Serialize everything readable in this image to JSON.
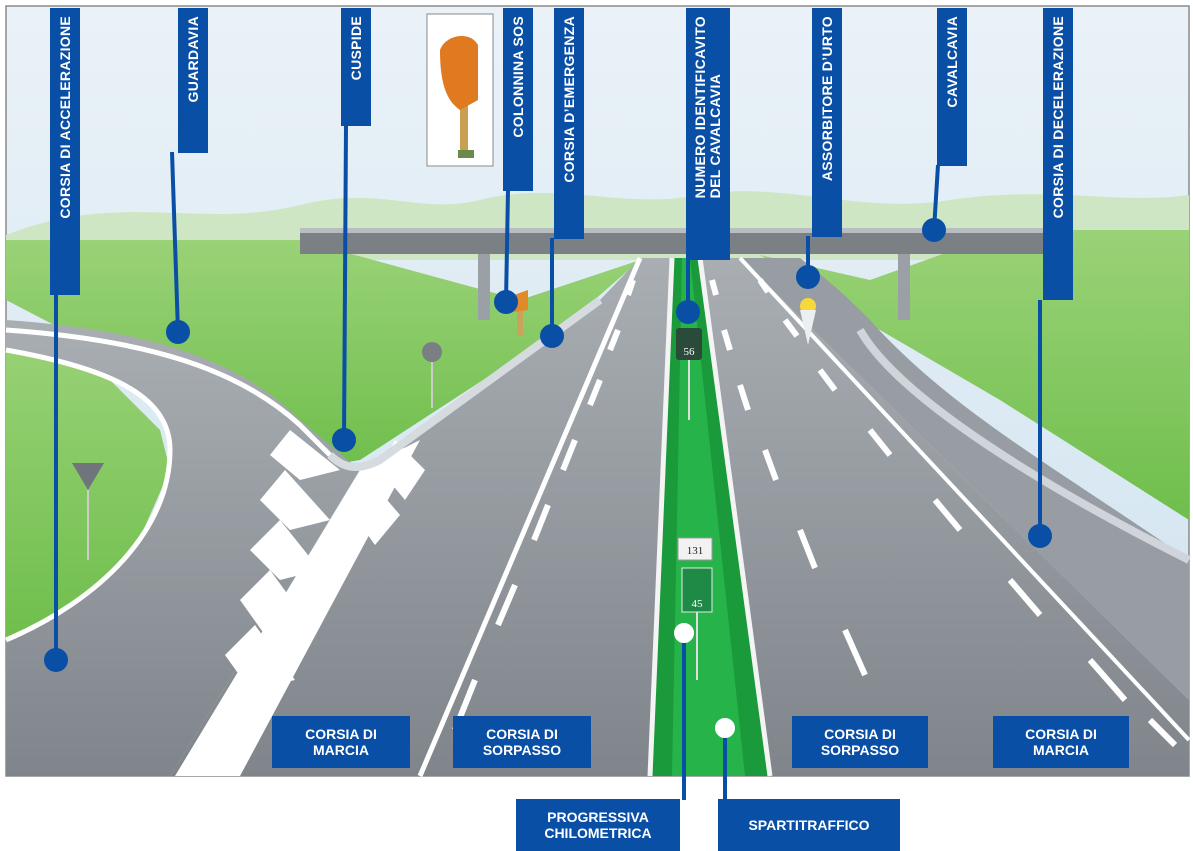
{
  "labels": {
    "corsia_accelerazione": "CORSIA DI ACCELERAZIONE",
    "guardavia": "GUARDAVIA",
    "cuspide": "CUSPIDE",
    "colonnina_sos": "COLONNINA SOS",
    "corsia_emergenza": "CORSIA D’EMERGENZA",
    "numero_cavalcavia_line1": "NUMERO IDENTIFICAVITO",
    "numero_cavalcavia_line2": "DEL CAVALCAVIA",
    "assorbitore_urto": "ASSORBITORE D’URTO",
    "cavalcavia": "CAVALCAVIA",
    "corsia_decelerazione": "CORSIA DI DECELERAZIONE",
    "corsia_marcia_left_1": "CORSIA DI",
    "corsia_marcia_left_2": "MARCIA",
    "corsia_sorpasso_left_1": "CORSIA DI",
    "corsia_sorpasso_left_2": "SORPASSO",
    "corsia_sorpasso_right_1": "CORSIA DI",
    "corsia_sorpasso_right_2": "SORPASSO",
    "corsia_marcia_right_1": "CORSIA DI",
    "corsia_marcia_right_2": "MARCIA",
    "progressiva_1": "PROGRESSIVA",
    "progressiva_2": "CHILOMETRICA",
    "spartitraffico": "SPARTITRAFFICO"
  },
  "signs": {
    "overpass_number": "56",
    "road_number": "131",
    "km_number": "45"
  },
  "colors": {
    "label_blue": "#0a4fa6",
    "sky": "#dbe9f2",
    "grass": "#7fc85a",
    "median_green": "#1a9a3a",
    "asphalt": "#8c9298"
  }
}
